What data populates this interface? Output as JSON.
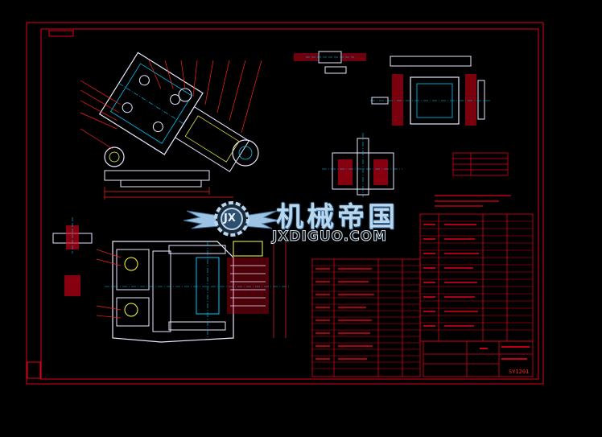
{
  "title_block": {
    "drawing_number": "SY1201"
  },
  "watermark": {
    "brand_cn": "机械帝国",
    "brand_en": "JXDIGUO.COM",
    "logo_glyph": "JX"
  },
  "colors": {
    "background": "#000000",
    "frame": "#e0001a",
    "geometry": "#e8e8ff",
    "centerline": "#00c8ff",
    "dimension": "#ff2020",
    "highlight": "#ffff40",
    "watermark": "#b9d7ee"
  }
}
